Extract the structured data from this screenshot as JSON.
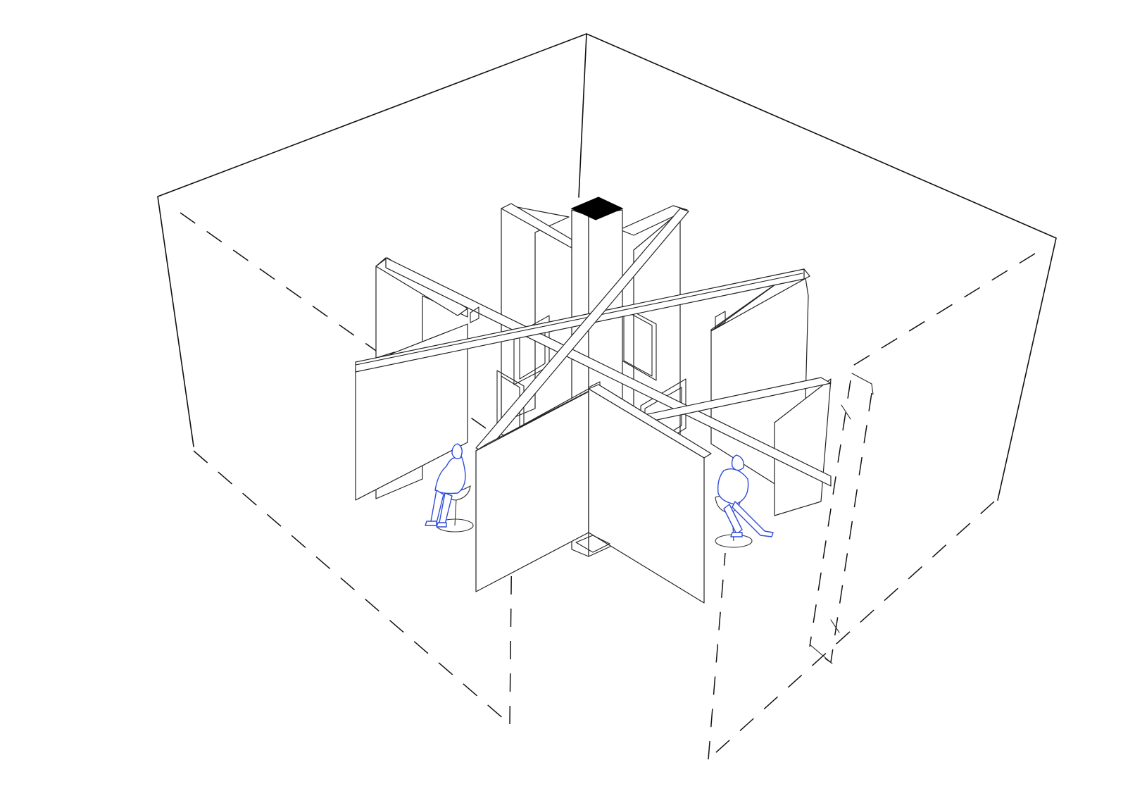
{
  "diagram": {
    "kind": "axonometric-room-sketch",
    "elements": [
      "room-outline",
      "floor-outline-dashed",
      "cross-shaped-partition-walls",
      "central-column",
      "seated-person-left",
      "seated-person-right"
    ]
  },
  "colors": {
    "line": "#111111",
    "figures": "#2f4bd8",
    "column_top": "#000000",
    "background": "#ffffff"
  }
}
